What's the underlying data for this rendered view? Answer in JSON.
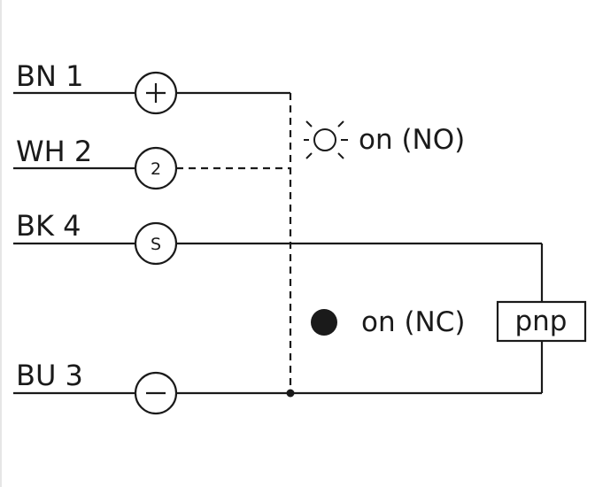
{
  "wires": {
    "bn": {
      "label": "BN 1",
      "terminal": "+"
    },
    "wh": {
      "label": "WH 2",
      "terminal": "2"
    },
    "bk": {
      "label": "BK 4",
      "terminal": "S"
    },
    "bu": {
      "label": "BU 3",
      "terminal": "−"
    }
  },
  "led_no": {
    "label": "on (NO)",
    "icon": "led-off-icon"
  },
  "led_nc": {
    "label": "on (NC)",
    "icon": "led-on-icon"
  },
  "output": {
    "label": "pnp"
  },
  "colors": {
    "line": "#1a1a1a",
    "background": "#ffffff"
  }
}
